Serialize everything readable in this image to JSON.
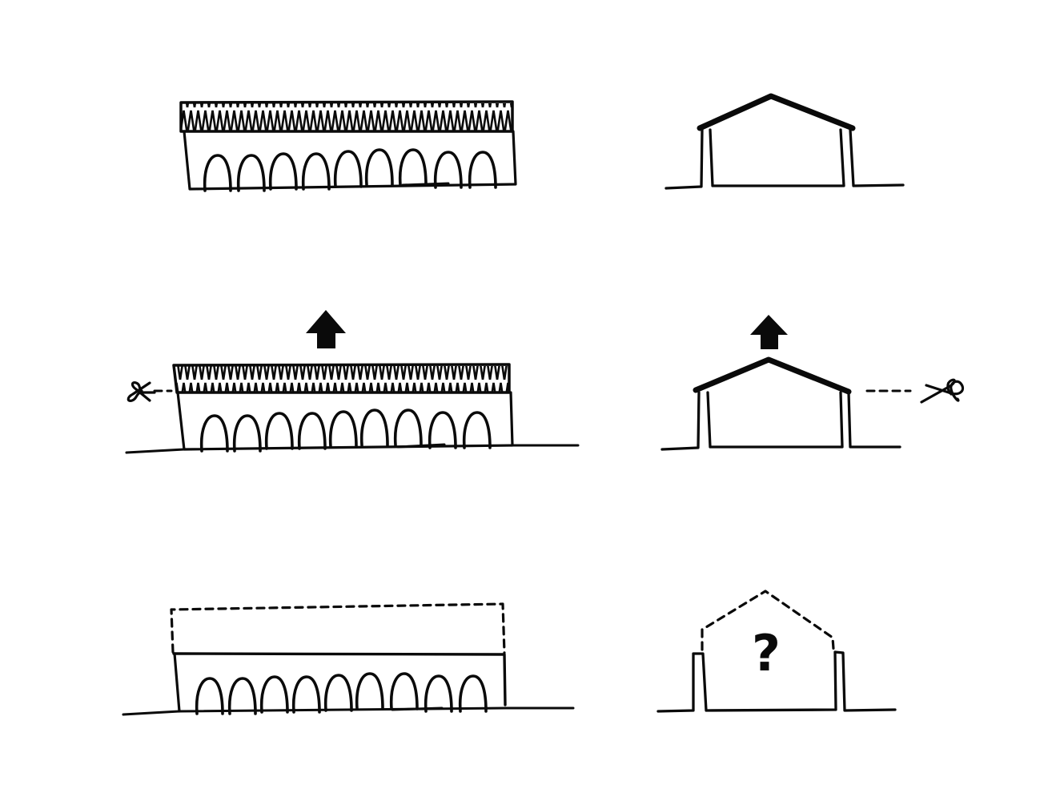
{
  "diagram": {
    "type": "architectural-concept-sketch",
    "layout": {
      "rows": 3,
      "columns": 2
    },
    "colors": {
      "ink": "#0a0a0a",
      "background": "#ffffff"
    },
    "rows": [
      {
        "step": 1,
        "elevation": {
          "label": "Long elevation with hatched roof band and arcade",
          "arch_count": 9,
          "roof": "hatched-band",
          "ground_line": false
        },
        "section": {
          "label": "Cross section with pitched roof",
          "roof": "solid-pitched",
          "ground_line": true
        }
      },
      {
        "step": 2,
        "elevation": {
          "label": "Roof band removed (lifted)",
          "arch_count": 9,
          "roof": "hatched-band",
          "annotation": "scissors-cut-left",
          "arrow": "up",
          "ground_line": true
        },
        "section": {
          "label": "Pitched roof removed (lifted)",
          "roof": "solid-pitched",
          "annotation": "scissors-cut-right",
          "arrow": "up",
          "ground_line": true
        }
      },
      {
        "step": 3,
        "elevation": {
          "label": "Empty roof volume shown dashed",
          "arch_count": 9,
          "roof": "dashed-outline",
          "ground_line": true
        },
        "section": {
          "label": "Undetermined roof, dashed gable",
          "roof": "dashed-pitched",
          "center_text": "?",
          "ground_line": true
        }
      }
    ],
    "question_mark": "?"
  }
}
